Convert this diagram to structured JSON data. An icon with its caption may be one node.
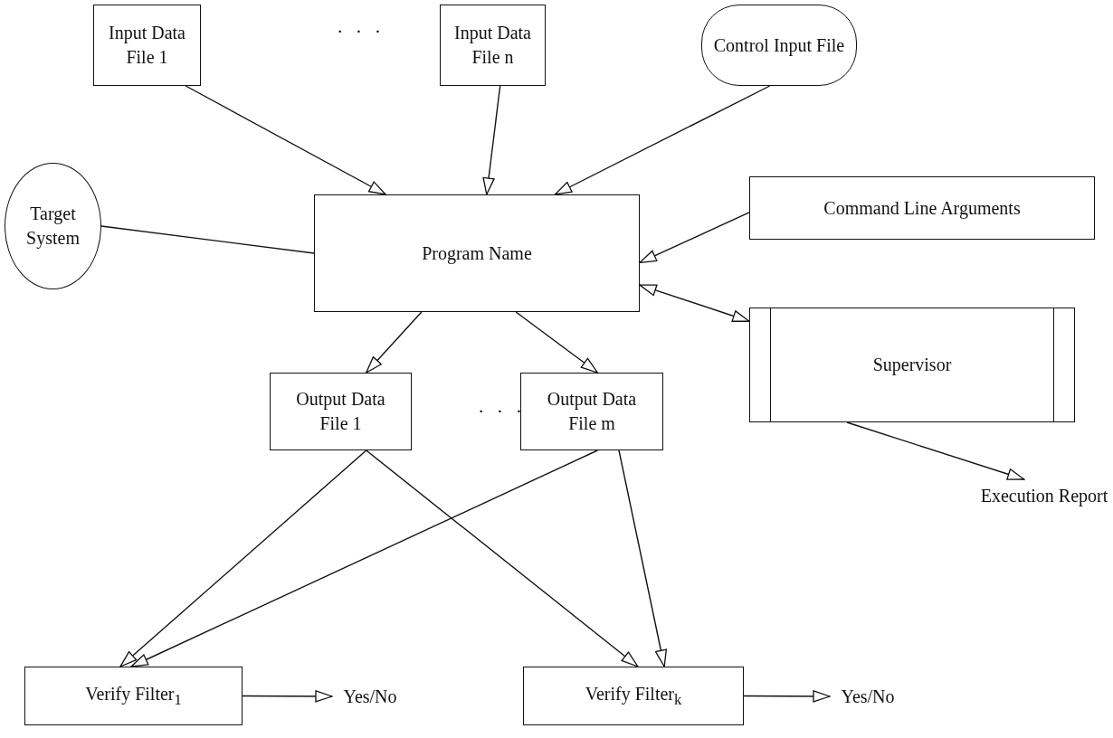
{
  "diagram": {
    "nodes": [
      {
        "text": [
          "Input Data File 1"
        ]
      },
      {
        "text": [
          "Input Data File n"
        ]
      },
      {
        "text": [
          "Control Input File"
        ]
      },
      {
        "text": [
          "Target System"
        ]
      },
      {
        "text": [
          "Program Name"
        ]
      },
      {
        "text": [
          "Command Line Arguments"
        ]
      },
      {
        "text": [
          "Supervisor"
        ]
      },
      {
        "text": [
          "Execution Report"
        ]
      },
      {
        "text": [
          "Output Data File 1"
        ]
      },
      {
        "text": [
          "Output Data File m"
        ]
      },
      {
        "text": [
          "Verify Filter$_{1}$"
        ]
      },
      {
        "text": [
          "Verify Filter$_{k}$"
        ]
      },
      {
        "text": [
          "Yes/No"
        ]
      },
      {
        "text": [
          "Yes/No"
        ]
      }
    ],
    "edges": [
      {
        "from": 0,
        "to": 4,
        "arrow": "to"
      },
      {
        "from": 1,
        "to": 4,
        "arrow": "to"
      },
      {
        "from": 2,
        "to": 4,
        "arrow": "to"
      },
      {
        "from": 3,
        "to": 4,
        "arrow": "none"
      },
      {
        "from": 5,
        "to": 4,
        "arrow": "to"
      },
      {
        "from": 4,
        "to": 6,
        "arrow": "both"
      },
      {
        "from": 6,
        "to": 7,
        "arrow": "to"
      },
      {
        "from": 4,
        "to": 8,
        "arrow": "to"
      },
      {
        "from": 4,
        "to": 9,
        "arrow": "to"
      },
      {
        "from": 8,
        "to": 10,
        "arrow": "to"
      },
      {
        "from": 8,
        "to": 11,
        "arrow": "to"
      },
      {
        "from": 9,
        "to": 10,
        "arrow": "to"
      },
      {
        "from": 9,
        "to": 11,
        "arrow": "to"
      },
      {
        "from": 10,
        "to": 12,
        "arrow": "to"
      },
      {
        "from": 11,
        "to": 13,
        "arrow": "to"
      }
    ],
    "labels": [
      "· · ·",
      "· · ·"
    ]
  }
}
